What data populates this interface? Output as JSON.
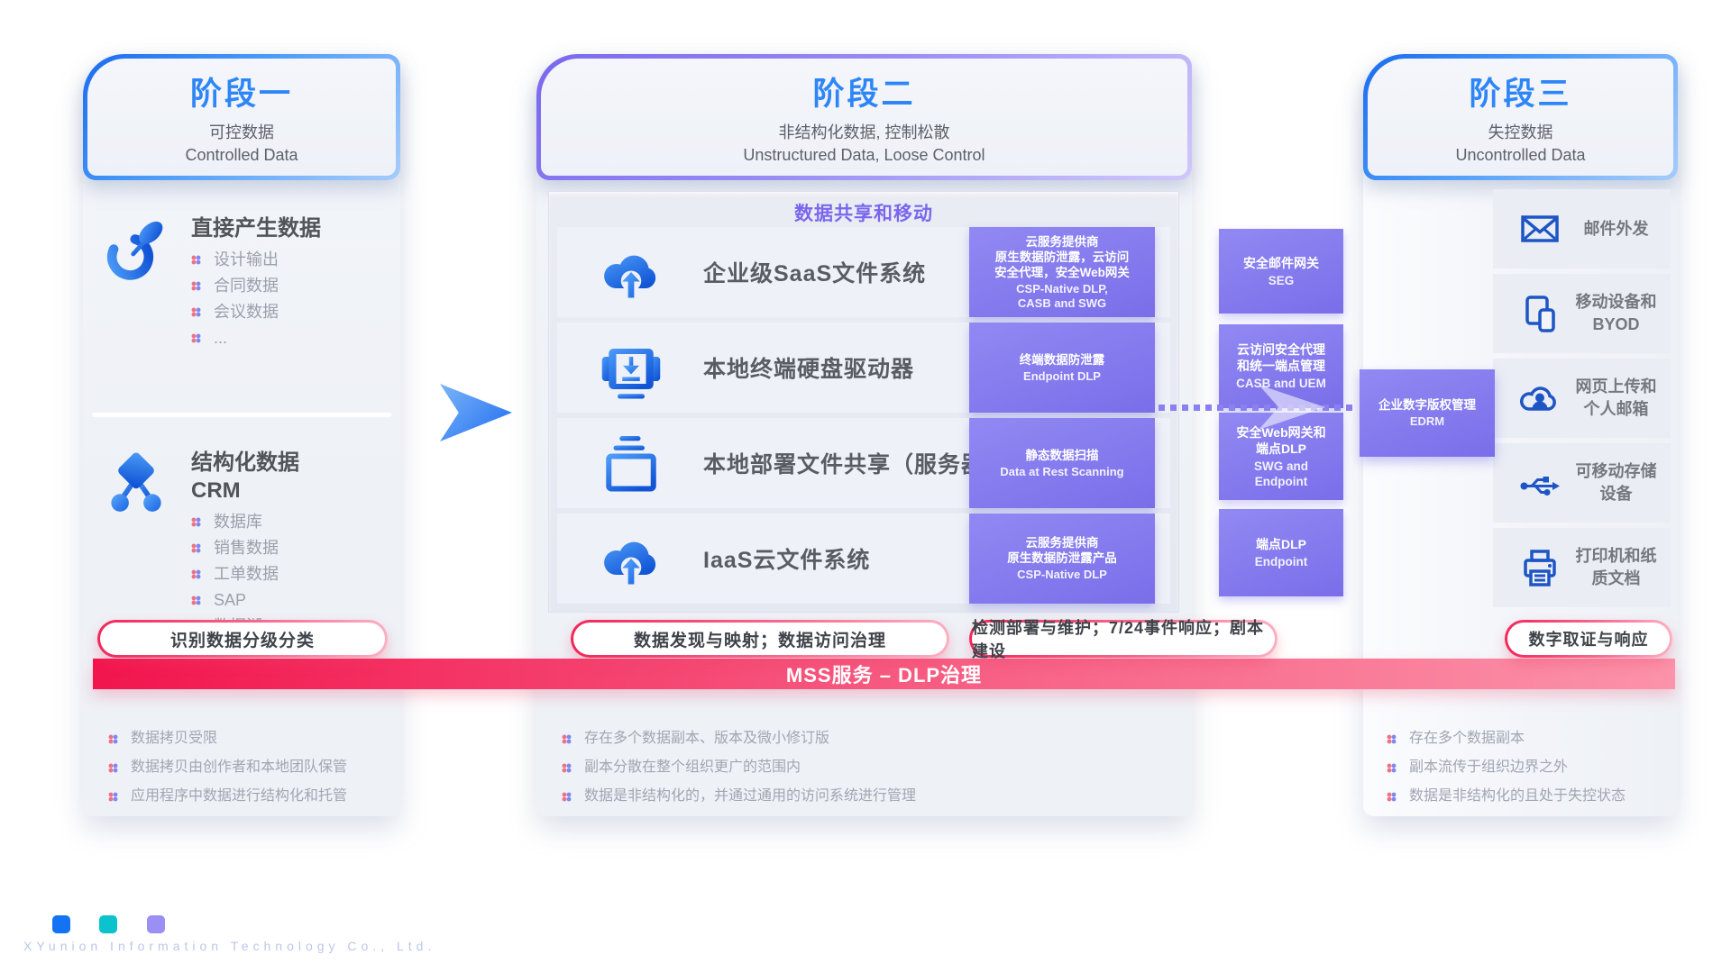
{
  "stage1": {
    "title": "阶段一",
    "subtitle_zh": "可控数据",
    "subtitle_en": "Controlled Data",
    "sections": [
      {
        "heading": [
          "直接产生数据"
        ],
        "items": [
          "设计输出",
          "合同数据",
          "会议数据",
          "..."
        ]
      },
      {
        "heading": [
          "结构化数据",
          "CRM"
        ],
        "items": [
          "数据库",
          "销售数据",
          "工单数据",
          "SAP",
          "数据湖",
          "..."
        ]
      }
    ],
    "notes": [
      "数据拷贝受限",
      "数据拷贝由创作者和本地团队保管",
      "应用程序中数据进行结构化和托管"
    ]
  },
  "stage2": {
    "title": "阶段二",
    "subtitle_zh": "非结构化数据, 控制松散",
    "subtitle_en": "Unstructured Data, Loose Control",
    "inner_title": "数据共享和移动",
    "rows": [
      {
        "label": "企业级SaaS文件系统",
        "tag_zh": [
          "云服务提供商",
          "原生数据防泄露，云访问",
          "安全代理，安全Web网关"
        ],
        "tag_en": [
          "CSP-Native DLP,",
          "CASB and SWG"
        ]
      },
      {
        "label": "本地终端硬盘驱动器",
        "tag_zh": [
          "终端数据防泄露"
        ],
        "tag_en": [
          "Endpoint DLP"
        ]
      },
      {
        "label": "本地部署文件共享（服务器）",
        "tag_zh": [
          "静态数据扫描"
        ],
        "tag_en": [
          "Data at Rest Scanning"
        ]
      },
      {
        "label": "IaaS云文件系统",
        "tag_zh": [
          "云服务提供商",
          "原生数据防泄露产品"
        ],
        "tag_en": [
          "CSP-Native DLP"
        ]
      }
    ],
    "notes": [
      "存在多个数据副本、版本及微小修订版",
      "副本分散在整个组织更广的范围内",
      "数据是非结构化的，并通过通用的访问系统进行管理"
    ]
  },
  "gateways": [
    {
      "zh": [
        "安全邮件网关"
      ],
      "en": [
        "SEG"
      ]
    },
    {
      "zh": [
        "云访问安全代理",
        "和统一端点管理"
      ],
      "en": [
        "CASB and UEM"
      ]
    },
    {
      "zh": [
        "安全Web网关和",
        "端点DLP"
      ],
      "en": [
        "SWG and",
        "Endpoint"
      ]
    },
    {
      "zh": [
        "端点DLP"
      ],
      "en": [
        "Endpoint"
      ]
    }
  ],
  "edrm": {
    "zh": "企业数字版权管理",
    "en": "EDRM"
  },
  "stage3": {
    "title": "阶段三",
    "subtitle_zh": "失控数据",
    "subtitle_en": "Uncontrolled Data",
    "items": [
      {
        "label": [
          "邮件外发"
        ]
      },
      {
        "label": [
          "移动设备和",
          "BYOD"
        ]
      },
      {
        "label": [
          "网页上传和",
          "个人邮箱"
        ]
      },
      {
        "label": [
          "可移动存储",
          "设备"
        ]
      },
      {
        "label": [
          "打印机和纸",
          "质文档"
        ]
      }
    ],
    "notes": [
      "存在多个数据副本",
      "副本流传于组织边界之外",
      "数据是非结构化的且处于失控状态"
    ]
  },
  "pills": {
    "p1": "识别数据分级分类",
    "p2": "数据发现与映射；数据访问治理",
    "p3": "检测部署与维护；7/24事件响应；剧本建设",
    "p4": "数字取证与响应"
  },
  "banner": "MSS服务 – DLP治理",
  "footer": {
    "company": "XYunion Information Technology Co., Ltd."
  },
  "colors": {
    "accent_blue": "#2e86f6",
    "purple": "#8279ee",
    "pink": "#f5365c",
    "teal": "#0bc3cc"
  }
}
